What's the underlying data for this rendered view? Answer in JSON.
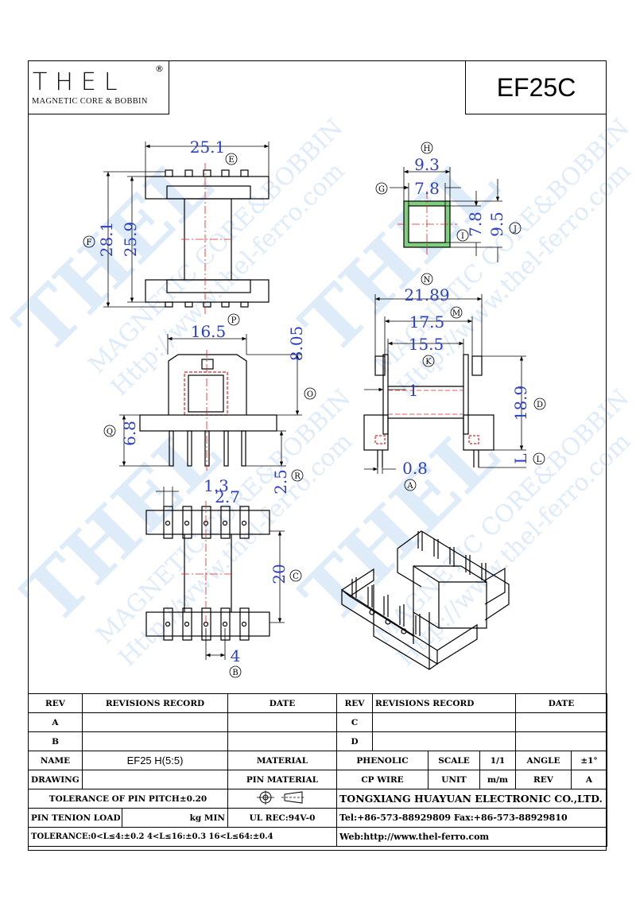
{
  "logo": {
    "brand": "THEL",
    "registered": "®",
    "subtitle": "MAGNETIC CORE & BOBBIN"
  },
  "model": "EF25C",
  "watermarks": [
    {
      "brand": "THEL",
      "line1": "MAGNETIC CORE&BOBBIN",
      "line2": "Http://www.thel-ferro.com"
    },
    {
      "brand": "THEL",
      "line1": "MAGNETIC CORE&BOBBIN",
      "line2": "Http://www.thel-ferro.com"
    },
    {
      "brand": "THEL",
      "line1": "MAGNETIC CORE&BOBBIN",
      "line2": "Http://www.thel-ferro.com"
    },
    {
      "brand": "THEL",
      "line1": "MAGNETIC CORE&BOBBIN",
      "line2": "Http://www.thel-ferro.com"
    }
  ],
  "dimensions": {
    "top_width": "25.1",
    "top_width_label": "E",
    "overall_height": "28.1",
    "overall_height_label": "F",
    "inner_height": "25.9",
    "front_width": "16.5",
    "front_width_label": "P",
    "front_height": "8.05",
    "front_height_label": "O",
    "pin_height": "6.8",
    "pin_height_label": "Q",
    "pin_length": "2.5",
    "pin_length_label": "R",
    "pin_dia_a": "1.3",
    "pin_dia_b": "2.7",
    "row_distance": "20",
    "row_distance_label": "C",
    "pin_pitch": "4",
    "pin_pitch_label": "B",
    "window_outer": "9.3",
    "window_outer_label": "H",
    "window_inner": "7.8",
    "window_inner_label": "G",
    "window_inner_v": "7.8",
    "window_inner_v_label": "I",
    "window_outer_v": "9.5",
    "window_outer_v_label": "J",
    "side_width": "21.89",
    "side_width_label": "N",
    "side_mid": "17.5",
    "side_mid_label": "M",
    "side_inner": "15.5",
    "side_inner_label": "K",
    "flange": "1",
    "side_height": "18.9",
    "side_height_label": "D",
    "side_pin_len": "L",
    "side_pin_len_label": "L",
    "pin_thk": "0.8",
    "pin_thk_label": "A"
  },
  "title_block": {
    "rev_header": "REV",
    "revisions_header": "REVISIONS RECORD",
    "date_header": "DATE",
    "rev_a": "A",
    "rev_b": "B",
    "rev_c": "C",
    "rev_d": "D",
    "name_label": "NAME",
    "name_value": "EF25 H(5:5)",
    "material_label": "MATERIAL",
    "material_value": "PHENOLIC",
    "scale_label": "SCALE",
    "scale_value": "1/1",
    "angle_label": "ANGLE",
    "angle_value": "±1°",
    "drawing_no_label": "DRAWING NO",
    "pin_material_label": "PIN MATERIAL",
    "pin_material_value": "CP WIRE",
    "unit_label": "UNIT",
    "unit_value": "m/m",
    "rev_label": "REV",
    "rev_value": "A",
    "tolerance_pitch": "TOLERANCE OF PIN PITCH±0.20",
    "company": "TONGXIANG HUAYUAN ELECTRONIC CO.,LTD. (THEL)",
    "pin_tension": "PIN TENION LOAD",
    "pin_tension_unit": "kg MIN",
    "ul": "UL REC:94V-0",
    "tel": "Tel:+86-573-88929809 Fax:+86-573-88929810",
    "tolerance": "TOLERANCE:0<L≤4:±0.2  4<L≤16:±0.3  16<L≤64:±0.4",
    "web": "Web:http://www.thel-ferro.com"
  }
}
